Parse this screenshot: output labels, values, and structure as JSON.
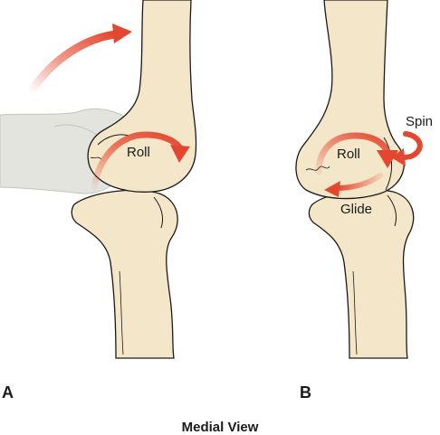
{
  "panels": {
    "a": {
      "letter": "A",
      "roll_label": "Roll"
    },
    "b": {
      "letter": "B",
      "roll_label": "Roll",
      "spin_label": "Spin",
      "glide_label": "Glide"
    }
  },
  "caption": "Medial View",
  "colors": {
    "bone": "#f4e7c9",
    "outline": "#1a1a1a",
    "arrow": "#e4472f",
    "ghost_bone": "#e4e4df"
  },
  "icons": {
    "roll": "curved-arrow-icon",
    "spin": "curved-arrow-icon",
    "glide": "arrow-left-icon",
    "swing": "curved-arrow-icon"
  }
}
